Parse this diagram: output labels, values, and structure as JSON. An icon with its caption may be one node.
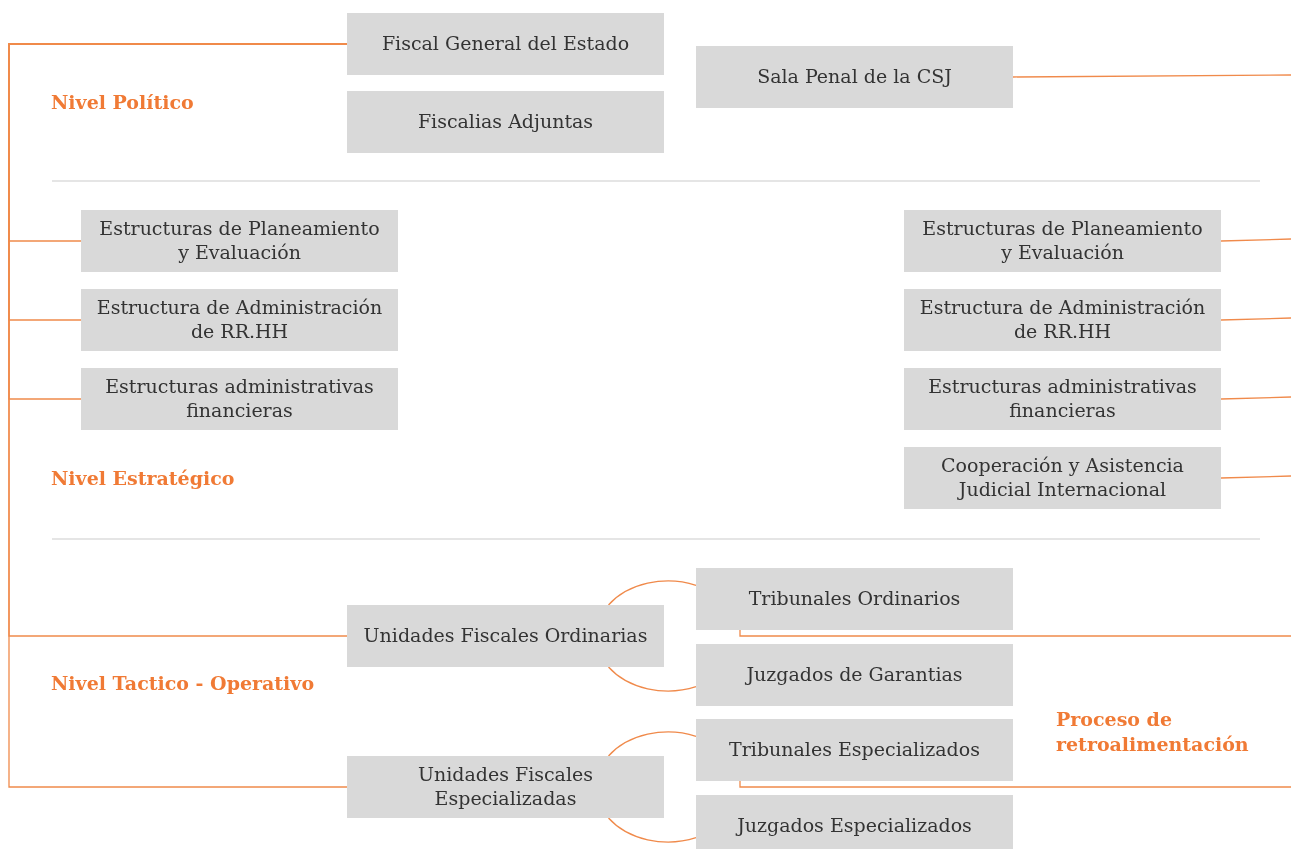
{
  "diagram": {
    "nodes": [
      {
        "text": [
          "Fiscal General del Estado"
        ]
      },
      {
        "text": [
          "Fiscalias Adjuntas"
        ]
      },
      {
        "text": [
          "Sala Penal de la CSJ"
        ]
      },
      {
        "text": [
          "Estructuras de Planeamiento y Evaluación"
        ]
      },
      {
        "text": [
          "Estructura de Administración de RR.HH"
        ]
      },
      {
        "text": [
          "Estructuras administrativas financieras"
        ]
      },
      {
        "text": [
          "Estructuras de Planeamiento y Evaluación"
        ]
      },
      {
        "text": [
          "Estructura de Administración de RR.HH"
        ]
      },
      {
        "text": [
          "Estructuras administrativas financieras"
        ]
      },
      {
        "text": [
          "Cooperación y Asistencia Judicial Internacional"
        ]
      },
      {
        "text": [
          "Unidades Fiscales Ordinarias"
        ]
      },
      {
        "text": [
          "Tribunales Ordinarios"
        ]
      },
      {
        "text": [
          "Juzgados de Garantias"
        ]
      },
      {
        "text": [
          "Tribunales Especializados"
        ]
      },
      {
        "text": [
          "Unidades Fiscales Especializadas"
        ]
      },
      {
        "text": [
          "Juzgados Especializados"
        ]
      }
    ],
    "edges": [
      {
        "from": 0,
        "to": 3,
        "arrow": "none"
      },
      {
        "from": 0,
        "to": 4,
        "arrow": "none"
      },
      {
        "from": 0,
        "to": 5,
        "arrow": "none"
      },
      {
        "from": 0,
        "to": 10,
        "arrow": "none"
      },
      {
        "from": 0,
        "to": 14,
        "arrow": "none"
      },
      {
        "from": 2,
        "to": null,
        "arrow": "none"
      },
      {
        "from": 6,
        "to": null,
        "arrow": "none"
      },
      {
        "from": 7,
        "to": null,
        "arrow": "none"
      },
      {
        "from": 8,
        "to": null,
        "arrow": "none"
      },
      {
        "from": 9,
        "to": null,
        "arrow": "none"
      },
      {
        "from": 10,
        "to": 11,
        "arrow": "none"
      },
      {
        "from": 10,
        "to": 12,
        "arrow": "none"
      },
      {
        "from": 11,
        "to": null,
        "arrow": "none"
      },
      {
        "from": 14,
        "to": 13,
        "arrow": "none"
      },
      {
        "from": 14,
        "to": 15,
        "arrow": "none"
      },
      {
        "from": 13,
        "to": null,
        "arrow": "none"
      }
    ],
    "labels": [
      "Nivel Político",
      "Nivel Estratégico",
      "Nivel Tactico - Operativo",
      "Proceso de retroalimentación"
    ]
  }
}
